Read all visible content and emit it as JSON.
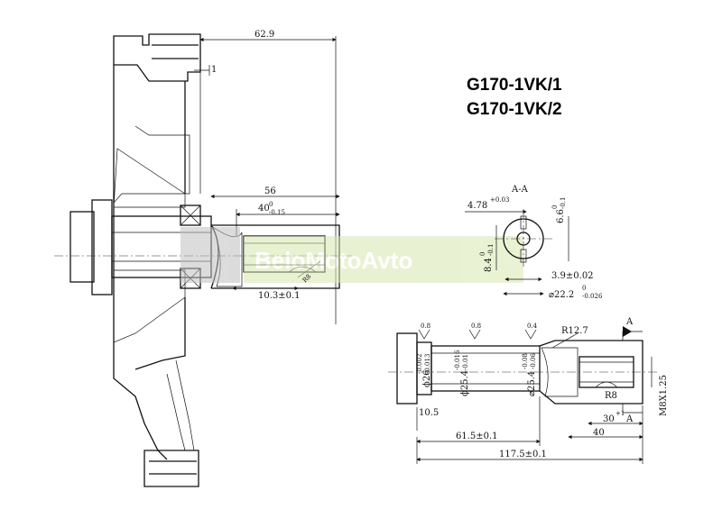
{
  "models": [
    "G170-1VK/1",
    "G170-1VK/2"
  ],
  "section_label": "A-A",
  "arrow_label": "A",
  "watermark": "BeloMotoAvto",
  "dims": {
    "d62_9": "62.9",
    "d1": "1",
    "d56": "56",
    "d40": "40",
    "d40_tol_up": "0",
    "d40_tol_lo": "-0.15",
    "d10_3": "10.3±0.1",
    "r8a": "R8",
    "d4_78": "4.78",
    "d4_78_tol": "+0.03",
    "d6_6": "6.6",
    "d6_6_tol_up": "0",
    "d6_6_tol_lo": "-0.1",
    "d8_4": "8.4",
    "d8_4_tol_up": "0",
    "d8_4_tol_lo": "-0.1",
    "d3_9": "3.9±0.02",
    "d22_2": "⌀22.2",
    "d22_2_tol_up": "0",
    "d22_2_tol_lo": "-0.026",
    "rough1": "0.8",
    "rough2": "0.8",
    "rough3": "0.4",
    "r12_7": "R12.7",
    "d26": "ϕ26",
    "d26_tol_up": "-0.002",
    "d26_tol_lo": "-0.013",
    "d25_4a": "ϕ25.4",
    "d25_4a_tol_up": "-0.016",
    "d25_4a_tol_lo": "-0.01",
    "d25_4b": "⌀25.4",
    "d25_4b_tol_up": "-0.08",
    "d25_4b_tol_lo": "-0.06",
    "r8b": "R8",
    "m8": "M8X1.25",
    "d10_5": "10.5",
    "d30": "30",
    "d30_tol": "+1",
    "d40b": "40",
    "d61_5": "61.5±0.1",
    "d117_5": "117.5±0.1"
  }
}
